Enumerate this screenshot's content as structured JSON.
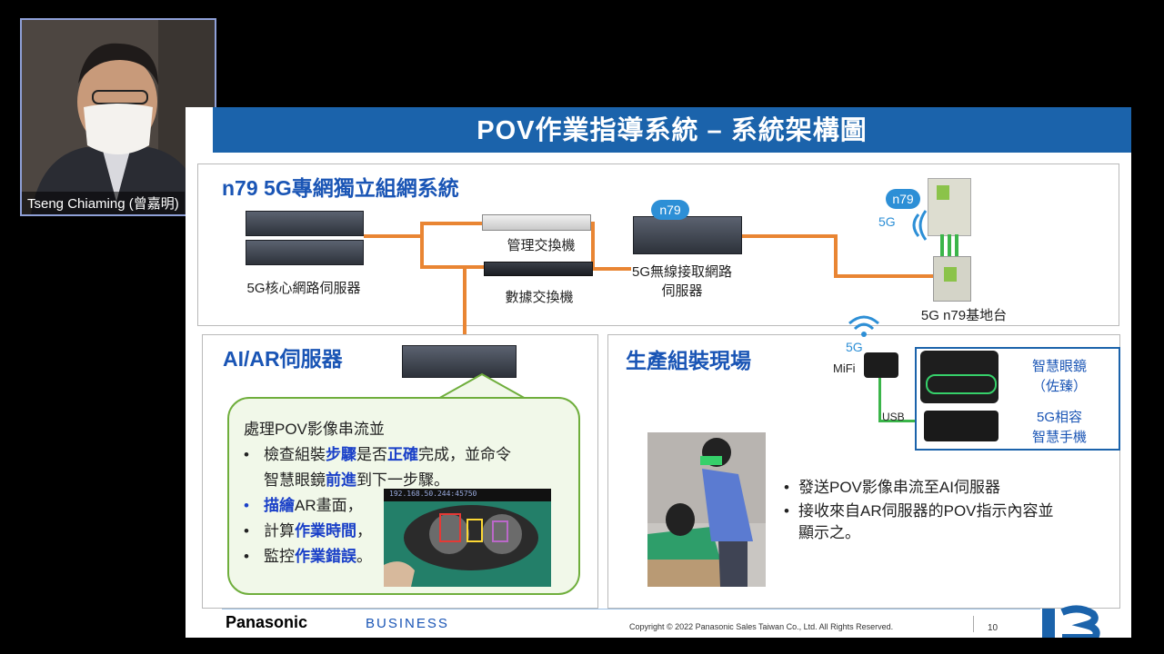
{
  "video": {
    "participant_name": "Tseng Chiaming (曾嘉明)"
  },
  "slide": {
    "title": "POV作業指導系統 – 系統架構圖",
    "top_panel": {
      "heading": "n79 5G專網獨立組網系統",
      "core_server_label": "5G核心網路伺服器",
      "mgmt_switch_label": "管理交換機",
      "data_switch_label": "數據交換機",
      "ran_server_badge": "n79",
      "ran_server_label_1": "5G無線接取網路",
      "ran_server_label_2": "伺服器",
      "bs_badge": "n79",
      "bs_5g": "5G",
      "bs_label": "5G n79基地台"
    },
    "ai_panel": {
      "heading": "AI/AR伺服器",
      "callout_title": "處理POV影像串流並",
      "b1_pre": "檢查組裝",
      "b1_em1": "步驟",
      "b1_mid": "是否",
      "b1_em2": "正確",
      "b1_post": "完成，並命令",
      "b1_line2_pre": "智慧眼鏡",
      "b1_line2_em": "前進",
      "b1_line2_post": "到下一步驟。",
      "b2_em": "描繪",
      "b2_post": "AR畫面，",
      "b3_pre": "計算",
      "b3_em": "作業時間",
      "b3_post": "，",
      "b4_pre": "監控",
      "b4_em": "作業錯誤",
      "b4_post": "。",
      "overlay_text": "192.168.50.244:45750"
    },
    "site_panel": {
      "heading": "生產組裝現場",
      "wifi_5g": "5G",
      "mifi_label": "MiFi",
      "usb_label": "USB",
      "glasses_label_1": "智慧眼鏡",
      "glasses_label_2": "（佐臻）",
      "phone_label_1": "5G相容",
      "phone_label_2": "智慧手機",
      "bullet_1": "發送POV影像串流至AI伺服器",
      "bullet_2a": "接收來自AR伺服器的POV指示內容並",
      "bullet_2b": "顯示之。"
    },
    "footer": {
      "brand": "Panasonic",
      "brand_sub": "BUSINESS",
      "copyright": "Copyright © 2022  Panasonic Sales Taiwan Co., Ltd.  All Rights Reserved.",
      "page_number": "10"
    }
  },
  "colors": {
    "title_bar": "#1b63ab",
    "heading": "#1a55b5",
    "link_line": "#e98533",
    "callout_border": "#6fae3c"
  }
}
